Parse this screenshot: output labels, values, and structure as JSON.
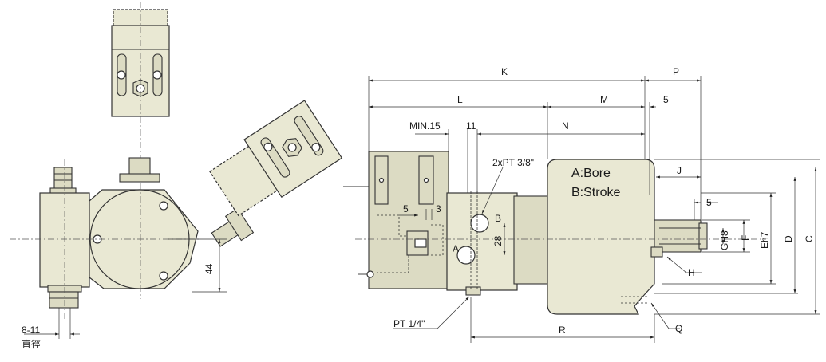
{
  "labels": {
    "dia_top": "8-11",
    "dia_bottom": "直徑",
    "d44": "44",
    "K": "K",
    "P": "P",
    "L": "L",
    "M": "M",
    "five_a": "5",
    "min15": "MIN.15",
    "eleven": "11",
    "N": "N",
    "pt38": "2xPT 3/8\"",
    "legend_a": "A:Bore",
    "legend_b": "B:Stroke",
    "J": "J",
    "five_b": "5",
    "five_c": "5",
    "three": "3",
    "B": "B",
    "A": "A",
    "d28": "28",
    "GH8": "GH8",
    "F": "F",
    "Eh7": "Eh7",
    "D": "D",
    "C": "C",
    "H": "H",
    "pt14": "PT 1/4\"",
    "R": "R",
    "Q": "Q"
  }
}
